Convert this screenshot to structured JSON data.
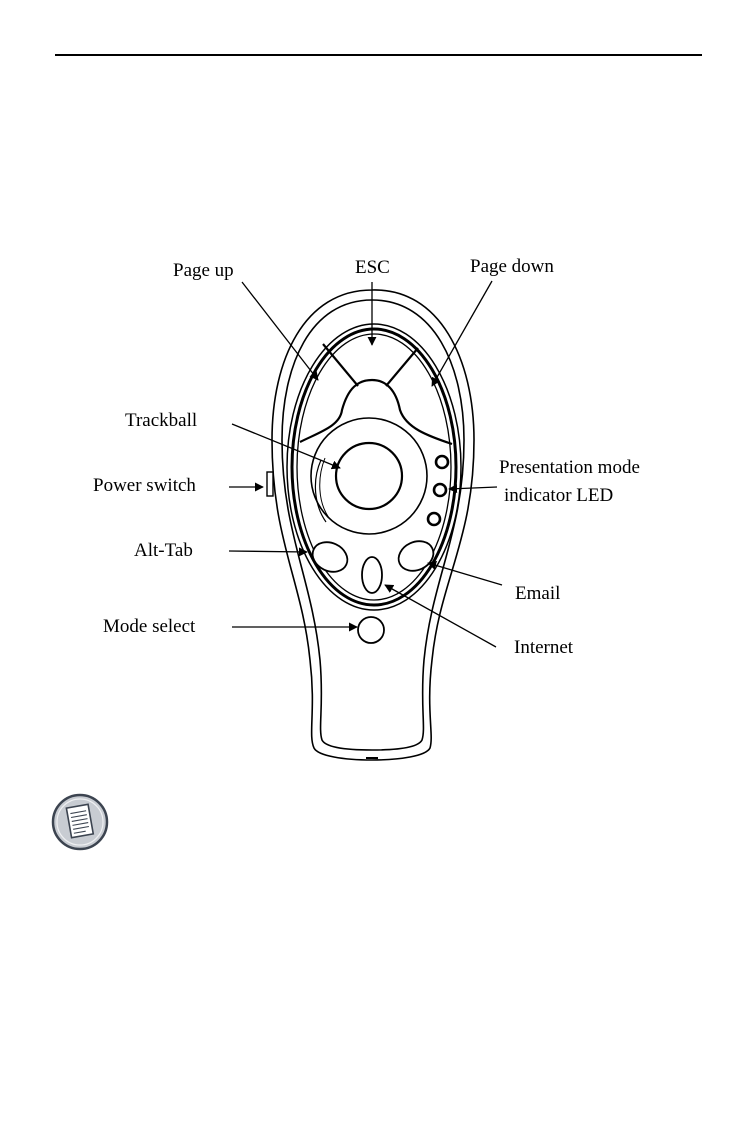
{
  "labels": {
    "page_up": "Page up",
    "esc": "ESC",
    "page_down": "Page down",
    "trackball": "Trackball",
    "power_switch": "Power switch",
    "presentation_mode_line1": "Presentation mode",
    "presentation_mode_line2": "indicator LED",
    "alt_tab": "Alt-Tab",
    "email": "Email",
    "mode_select": "Mode select",
    "internet": "Internet"
  },
  "icons": {
    "note": "note-icon"
  },
  "colors": {
    "ink": "#000000",
    "note_icon_fill": "#c8ccd2",
    "note_icon_border": "#3c4450"
  }
}
